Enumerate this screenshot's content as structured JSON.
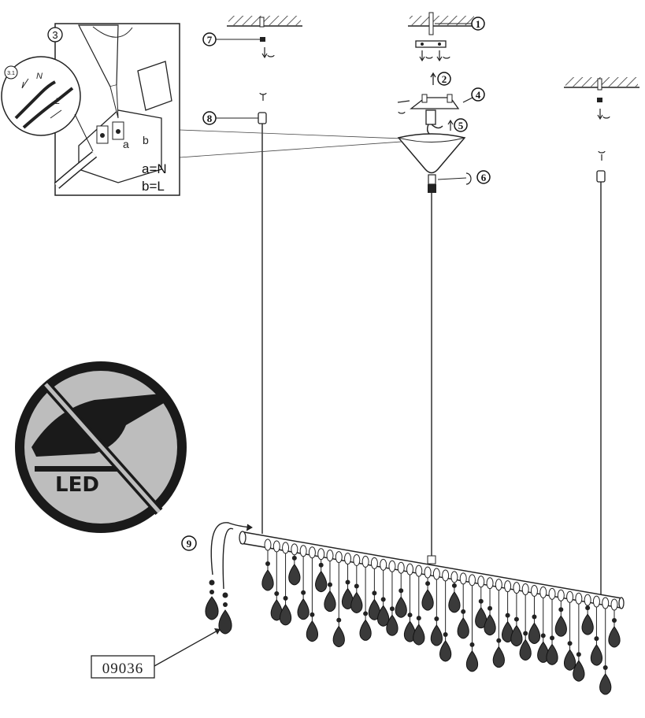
{
  "steps": {
    "s1": "1",
    "s2": "2",
    "s3": "3",
    "s3_1": "3.1",
    "s4": "4",
    "s5": "5",
    "s6": "6",
    "s7": "7",
    "s8": "8",
    "s9": "9"
  },
  "wiring": {
    "legend_n": "a=N",
    "legend_l": "b=L",
    "wire_n": "N",
    "wire_l": "L",
    "terminal_a": "a",
    "terminal_b": "b"
  },
  "warning": {
    "icon": "no-touch-led-icon",
    "text": "LED"
  },
  "product_code": "09036",
  "colors": {
    "line": "#222222",
    "warning_ring": "#1a1a1a",
    "warning_fill": "#bdbdbd"
  }
}
